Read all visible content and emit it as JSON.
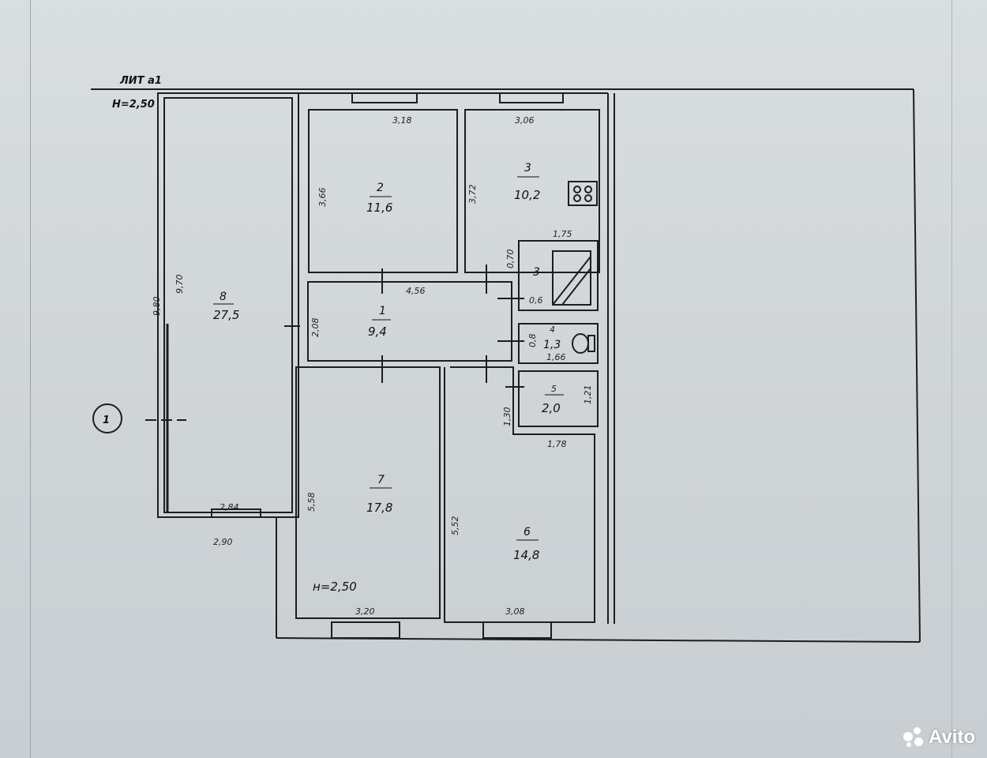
{
  "header": {
    "lit": "ЛИТ а1",
    "height": "Н=2,50"
  },
  "marker": "1",
  "rooms": [
    {
      "id": "r1",
      "num": "1",
      "area": "9,4"
    },
    {
      "id": "r2",
      "num": "2",
      "area": "11,6"
    },
    {
      "id": "r3",
      "num": "3",
      "area": "10,2"
    },
    {
      "id": "r3b",
      "num": "3",
      "area": "0,6"
    },
    {
      "id": "r4",
      "num": "4",
      "area": "1,3"
    },
    {
      "id": "r5",
      "num": "5",
      "area": "2,0"
    },
    {
      "id": "r6",
      "num": "6",
      "area": "14,8"
    },
    {
      "id": "r7",
      "num": "7",
      "area": "17,8"
    },
    {
      "id": "r8",
      "num": "8",
      "area": "27,5"
    }
  ],
  "dimensions": {
    "d_318": "3,18",
    "d_306": "3,06",
    "d_366": "3,66",
    "d_372": "3,72",
    "d_175": "1,75",
    "d_070": "0,70",
    "d_456": "4,56",
    "d_208": "2,08",
    "d_080": "0,8",
    "d_166": "1,66",
    "d_121": "1,21",
    "d_130": "1,30",
    "d_178": "1,78",
    "d_980": "9,80",
    "d_970": "9,70",
    "d_284": "2,84",
    "d_290": "2,90",
    "d_558": "5,58",
    "d_552": "5,52",
    "d_320": "3,20",
    "d_308": "3,08"
  },
  "room7_height": "н=2,50",
  "watermark": "Avito"
}
